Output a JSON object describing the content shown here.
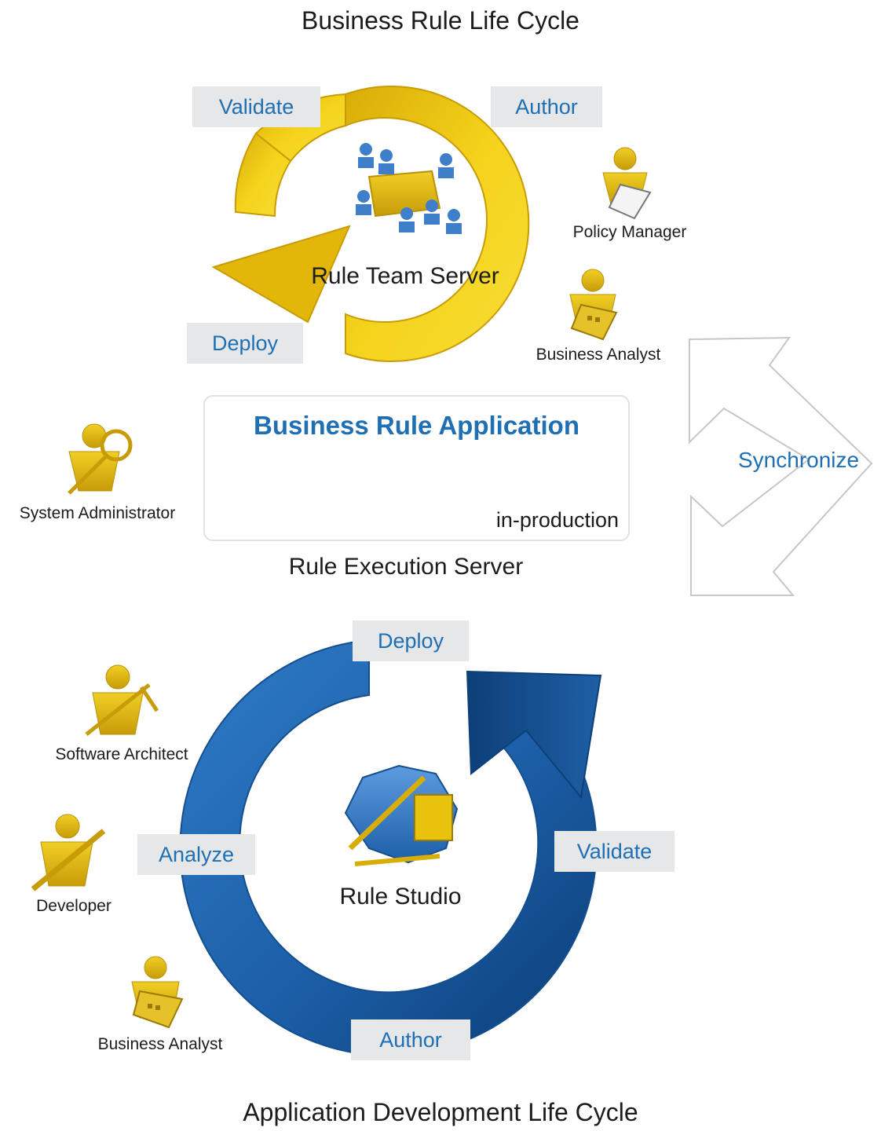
{
  "titles": {
    "top": "Business Rule Life Cycle",
    "bottom": "Application Development Life Cycle"
  },
  "business_cycle": {
    "center_label": "Rule Team Server",
    "steps": [
      "Validate",
      "Author",
      "Deploy"
    ],
    "color": "#e8c20c"
  },
  "roles_top": {
    "policy_manager": "Policy Manager",
    "business_analyst": "Business Analyst",
    "system_administrator": "System Administrator"
  },
  "application_box": {
    "title": "Business Rule Application",
    "status": "in-production",
    "server_label": "Rule Execution Server"
  },
  "sync_label": "Synchronize",
  "dev_cycle": {
    "center_label": "Rule Studio",
    "steps": [
      "Deploy",
      "Analyze",
      "Validate",
      "Author"
    ],
    "color": "#1c5fa8"
  },
  "roles_bottom": {
    "software_architect": "Software Architect",
    "developer": "Developer",
    "business_analyst": "Business Analyst"
  },
  "colors": {
    "gold": "#e8c20c",
    "gold_dark": "#b8930a",
    "blue": "#1c5fa8",
    "blue_dark": "#0d3f78",
    "tag_bg": "#e6e7e8",
    "tag_text": "#1f6fb5"
  },
  "icons": [
    "people-group-icon",
    "policy-manager-icon",
    "business-analyst-icon",
    "system-administrator-icon",
    "gears-icon",
    "software-architect-icon",
    "developer-icon",
    "rule-studio-tools-icon",
    "synchronize-arrow-icon"
  ]
}
